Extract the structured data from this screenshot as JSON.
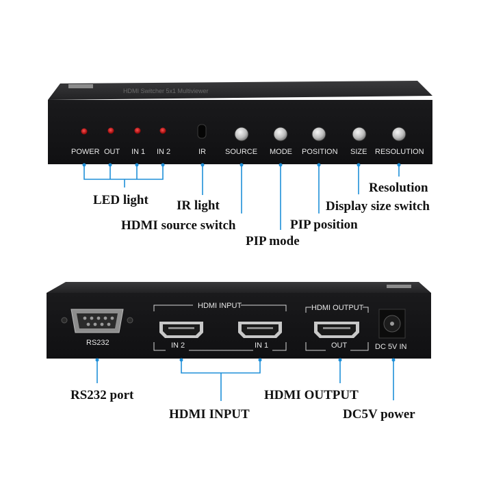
{
  "front_panel": {
    "title": "HDMI Switcher 5x1 Multiviewer",
    "led_labels": [
      "POWER",
      "OUT",
      "IN 1",
      "IN 2"
    ],
    "ir_label": "IR",
    "button_labels": [
      "SOURCE",
      "MODE",
      "POSITION",
      "SIZE",
      "RESOLUTION"
    ]
  },
  "rear_panel": {
    "rs232_label": "RS232",
    "hdmi_input_label": "HDMI INPUT",
    "in2_label": "IN 2",
    "in1_label": "IN 1",
    "hdmi_output_label": "HDMI OUTPUT",
    "out_label": "OUT",
    "dc_label": "DC 5V IN"
  },
  "callouts": {
    "led_light": "LED light",
    "ir_light": "IR light",
    "hdmi_source_switch": "HDMI source switch",
    "pip_mode": "PIP mode",
    "pip_position": "PIP position",
    "display_size_switch": "Display size switch",
    "resolution": "Resolution",
    "rs232_port": "RS232 port",
    "hdmi_input": "HDMI INPUT",
    "hdmi_output": "HDMI OUTPUT",
    "dc5v_power": "DC5V power"
  },
  "colors": {
    "leader": "#1e8fd8",
    "led": "#d01010",
    "panel": "#1c1c1e"
  }
}
